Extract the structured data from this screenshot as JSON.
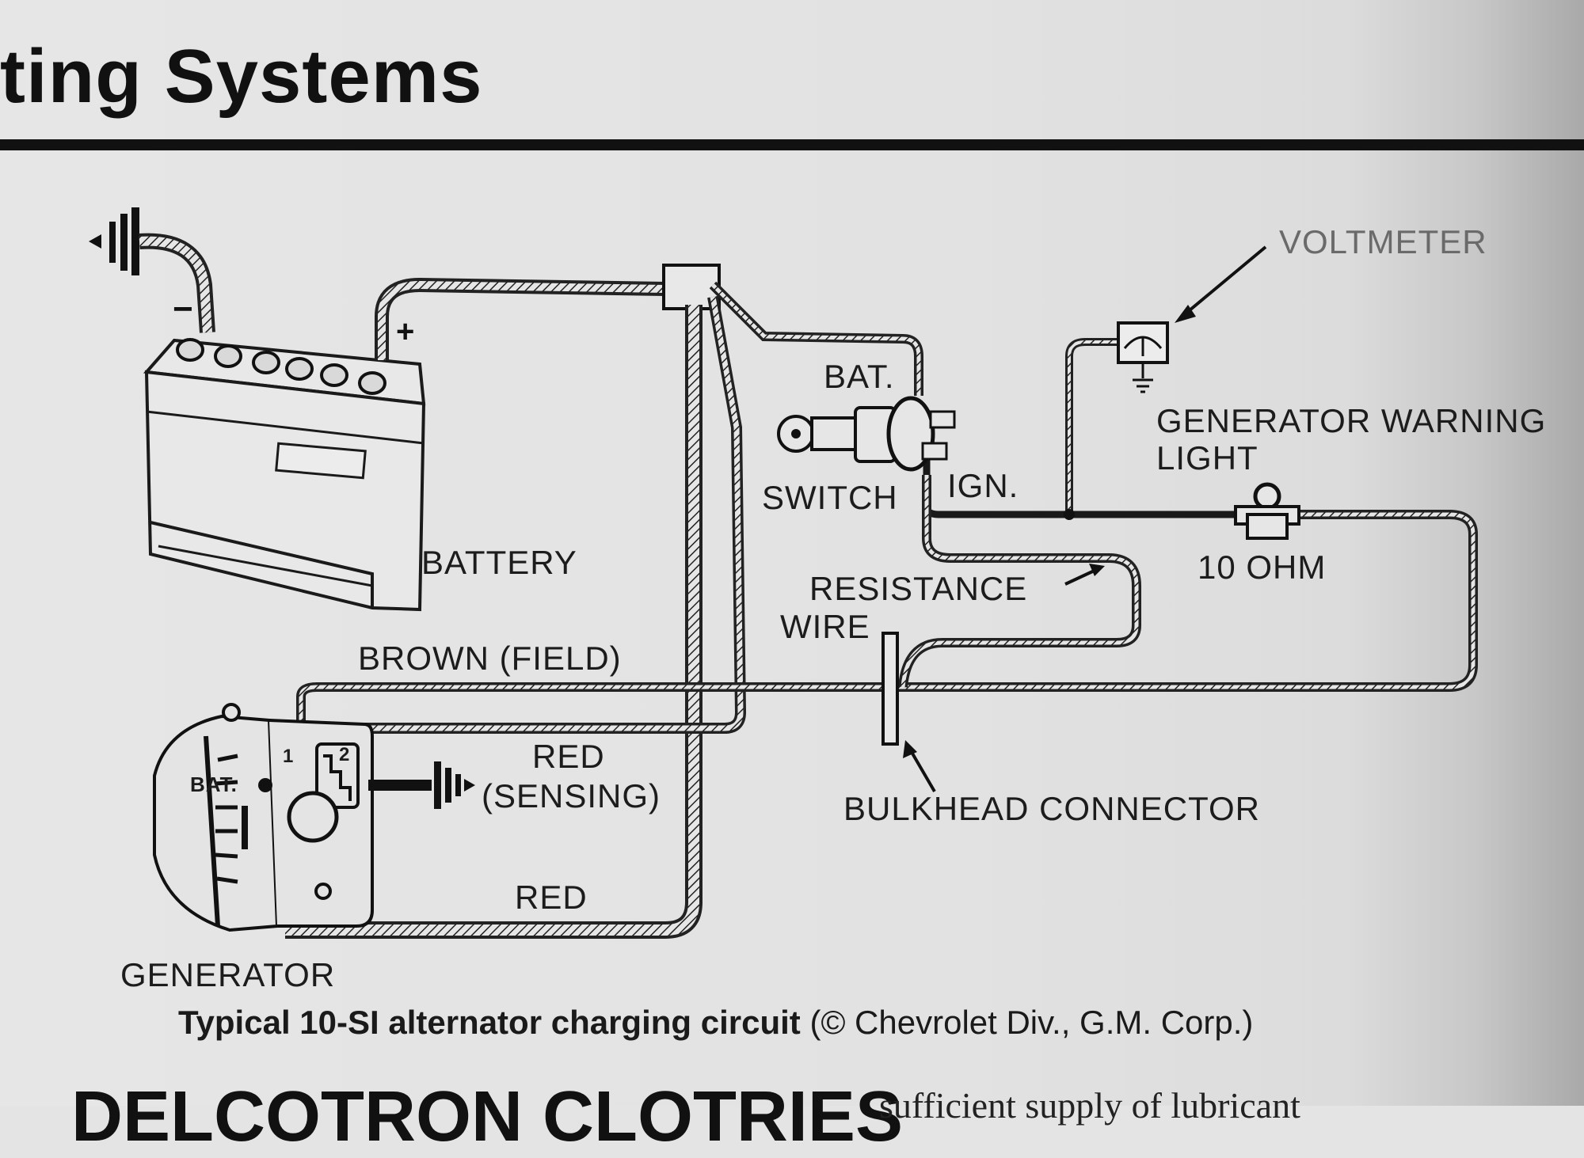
{
  "page": {
    "heading": "ting Systems",
    "caption_title": "Typical 10-SI alternator charging circuit",
    "caption_credit": "(© Chevrolet Div., G.M. Corp.)",
    "bottom_heading": "DELCOTRON CLOTRIES",
    "bottom_text": "sufficient supply of lubricant"
  },
  "labels": {
    "battery": "BATTERY",
    "battery_minus": "−",
    "battery_plus": "+",
    "brown_field": "BROWN  (FIELD)",
    "red_sensing_1": "RED",
    "red_sensing_2": "(SENSING)",
    "red": "RED",
    "generator": "GENERATOR",
    "gen_bat": "BAT.",
    "gen_terminal_1": "1",
    "gen_terminal_2": "2",
    "bat": "BAT.",
    "switch": "SWITCH",
    "ign": "IGN.",
    "resistance": "RESISTANCE",
    "wire": "WIRE",
    "bulkhead_connector": "BULKHEAD CONNECTOR",
    "voltmeter": "VOLTMETER",
    "generator_warning_1": "GENERATOR WARNING",
    "generator_warning_2": "LIGHT",
    "ten_ohm": "10 OHM"
  }
}
